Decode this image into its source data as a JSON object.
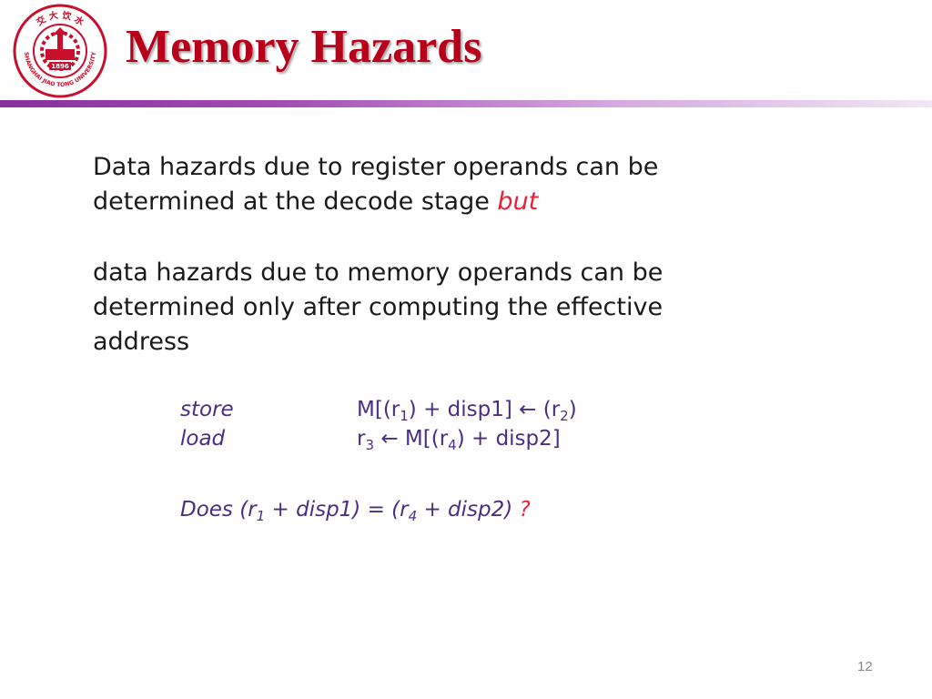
{
  "header": {
    "title": "Memory Hazards",
    "logo_text_top": "交 大 饮 水",
    "logo_text_bottom": "SHANGHAI JIAO TONG UNIVERSITY",
    "logo_year": "1896"
  },
  "body": {
    "para1_line1": "Data hazards due to register operands can be",
    "para1_line2_start": "determined at the decode stage ",
    "para1_line2_emph": "but",
    "para2_line1": "data hazards due to memory operands can be",
    "para2_line2": "determined only after computing the effective",
    "para2_line3": "address"
  },
  "code": {
    "store_kw": "store",
    "store_m": "M[(r",
    "store_sub1": "1",
    "store_rest": ") +  disp1] ← (r",
    "store_sub2": "2",
    "store_close": ")",
    "load_kw": "load",
    "load_r": "r",
    "load_sub3": "3",
    "load_mid": "  ←  M[(r",
    "load_sub4": "4",
    "load_rest": ") +  disp2]"
  },
  "question": {
    "part1": "Does (r",
    "sub1": "1",
    "part2": " + disp1) = (r",
    "sub4": "4",
    "part3": " + disp2) ",
    "qmark": "?"
  },
  "footer": {
    "page_number": "12"
  },
  "colors": {
    "title": "#b8001a",
    "emphasis": "#e8203a",
    "code": "#4b2e83",
    "logo": "#c8102e"
  }
}
